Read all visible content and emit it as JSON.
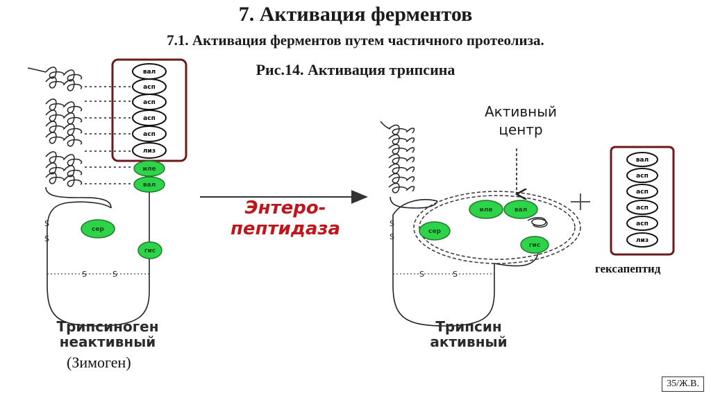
{
  "slide": {
    "title": "7. Активация  ферментов",
    "subtitle": "7.1. Активация ферментов путем частичного протеолиза.",
    "figure_title": "Рис.14. Активация трипсина",
    "page_badge": "35/Ж.В."
  },
  "diagram": {
    "enzyme_label_line1": "Энтеро-",
    "enzyme_label_line2": "пептидаза",
    "active_center_line1": "Активный",
    "active_center_line2": "центр",
    "left_caption_line1": "Трипсиноген",
    "left_caption_line2": "неактивный",
    "zymogen_label": "(Зимоген)",
    "right_caption_line1": "Трипсин",
    "right_caption_line2": "активный",
    "hexapeptide_label": "гексапептид",
    "disulfide_label": "S",
    "colors": {
      "green_residue": "#2fd34a",
      "dark_red_box": "#6b1a1a",
      "enzyme_text": "#c0151b"
    },
    "hexapeptide_residues": [
      "вал",
      "асп",
      "асп",
      "асп",
      "асп",
      "лиз"
    ],
    "trypsinogen_green_residues": [
      "иле",
      "вал",
      "сер",
      "гис"
    ],
    "trypsin_green_residues": [
      "иле",
      "вал",
      "сер",
      "гис"
    ]
  }
}
